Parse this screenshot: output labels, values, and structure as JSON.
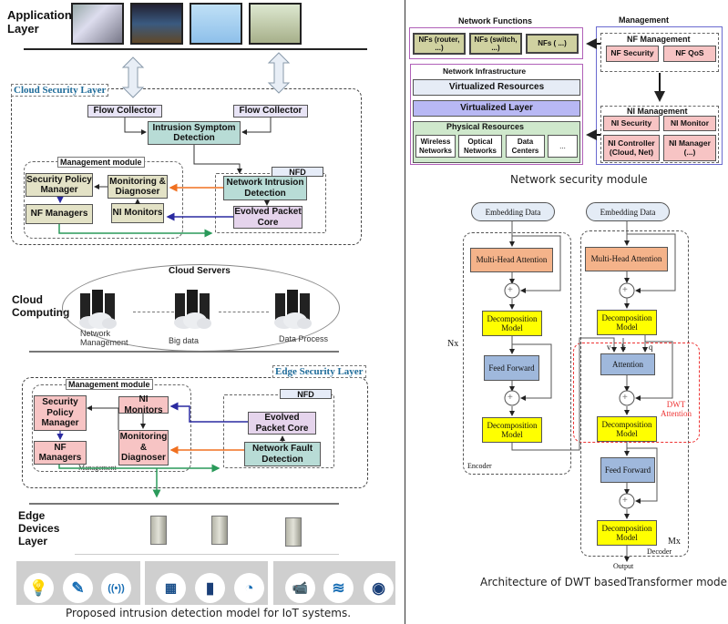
{
  "left_panel": {
    "application_layer": {
      "label_line1": "Application",
      "label_line2": "Layer"
    },
    "cloud_security_layer": {
      "title": "Cloud Security Layer",
      "flow_collector_left": "Flow Collector",
      "flow_collector_right": "Flow Collector",
      "intrusion_symptom_detection": "Intrusion Symptom Detection",
      "management_module": {
        "title": "Management module",
        "security_policy_manager": "Security Policy Manager",
        "monitoring_diagnoser": "Monitoring & Diagnoser",
        "nf_managers": "NF Managers",
        "ni_monitors": "NI Monitors"
      },
      "nfd": {
        "title": "NFD",
        "network_intrusion_detection": "Network Intrusion Detection",
        "evolved_packet_core": "Evolved Packet Core"
      }
    },
    "cloud_computing": {
      "label_line1": "Cloud",
      "label_line2": "Computing",
      "title": "Cloud Servers",
      "servers": [
        {
          "label_line1": "Network",
          "label_line2": "Management"
        },
        {
          "label_line1": "Big data",
          "label_line2": ""
        },
        {
          "label_line1": "Data Process",
          "label_line2": ""
        }
      ]
    },
    "edge_security_layer": {
      "title": "Edge Security Layer",
      "management_module": {
        "title": "Management module",
        "security_policy_manager": "Security Policy Manager",
        "ni_monitors": "NI Monitors",
        "monitoring_diagnoser": "Monitoring & Diagnoser",
        "nf_managers": "NF Managers",
        "management_label": "Management"
      },
      "nfd": {
        "title": "NFD",
        "evolved_packet_core": "Evolved Packet Core",
        "network_fault_detection": "Network Fault Detection"
      }
    },
    "edge_devices_layer": {
      "label_line1": "Edge",
      "label_line2": "Devices",
      "label_line3": "Layer"
    },
    "iot_icon_groups": [
      [
        "bulb-icon",
        "smart-bulb-icon",
        "broadcast-icon"
      ],
      [
        "solar-panel-icon",
        "gas-tank-icon",
        "gauge-icon"
      ],
      [
        "camera-icon",
        "wifi-parking-icon",
        "car-location-icon"
      ]
    ],
    "caption": "Proposed intrusion detection model for IoT systems."
  },
  "right_top": {
    "network_functions": {
      "title": "Network Functions",
      "nfs": [
        "NFs (router, ...)",
        "NFs (switch, ...)",
        "NFs ( ...)"
      ]
    },
    "network_infrastructure": {
      "title": "Network Infrastructure",
      "virtualized_resources": "Virtualized Resources",
      "virtualized_layer": "Virtualized Layer",
      "physical_resources": "Physical Resources",
      "physical_items": [
        "Wireless Networks",
        "Optical Networks",
        "Data Centers",
        "..."
      ]
    },
    "management": {
      "title": "Management",
      "nf_management": {
        "title": "NF Management",
        "items": [
          "NF Security",
          "NF QoS"
        ]
      },
      "ni_management": {
        "title": "NI Management",
        "items": [
          "NI Security",
          "NI Monitor",
          "NI Controller (Cloud, Net)",
          "NI Manager (...)"
        ]
      }
    },
    "caption": "Network security module"
  },
  "right_bottom": {
    "encoder": {
      "input": "Embedding Data",
      "multi_head_attention": "Multi-Head Attention",
      "decomposition_1": "Decomposition Model",
      "feed_forward": "Feed Forward",
      "decomposition_2": "Decomposition Model",
      "repeat": "Nx",
      "label": "Encoder"
    },
    "decoder": {
      "input": "Embedding Data",
      "multi_head_attention": "Multi-Head Attention",
      "decomposition_1": "Decomposition Model",
      "attention": "Attention",
      "attention_inputs": [
        "v",
        "k",
        "q"
      ],
      "decomposition_2": "Decomposition Model",
      "feed_forward": "Feed Forward",
      "decomposition_3": "Decomposition Model",
      "repeat": "Mx",
      "label": "Decoder",
      "dwt_attention": "DWT Attention"
    },
    "plus_symbol": "+",
    "output": "Output",
    "caption": "Architecture of DWT basedTransformer model."
  }
}
